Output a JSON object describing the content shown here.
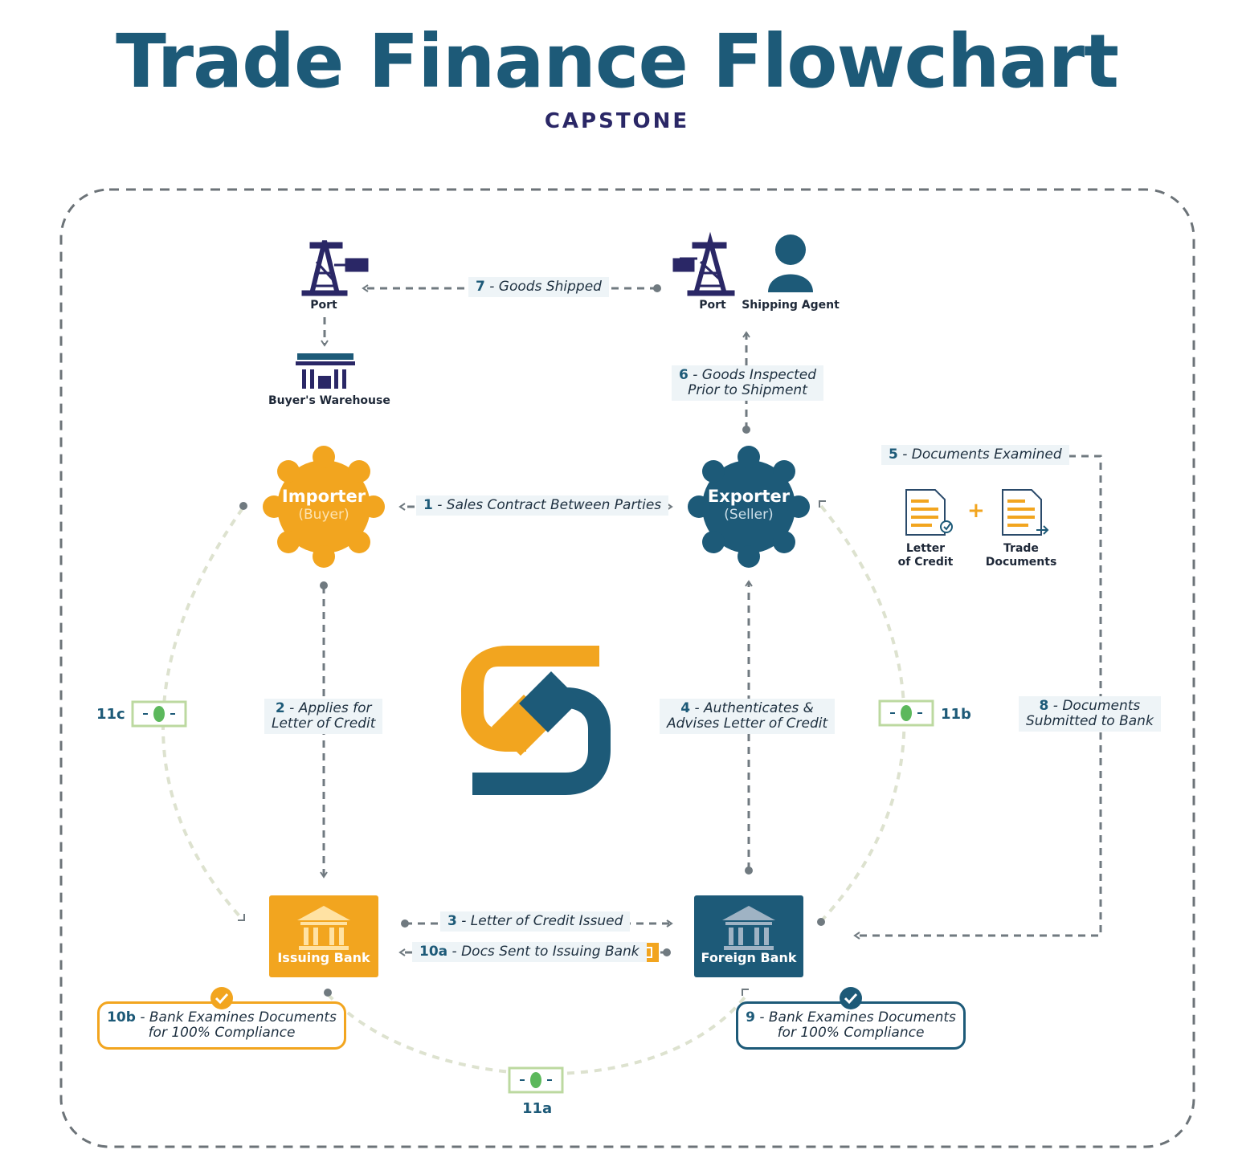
{
  "title": "Trade Finance Flowchart",
  "brand": "CAPSTONE",
  "colors": {
    "teal": "#1d5a78",
    "orange": "#f2a51f",
    "navy": "#2a2766",
    "green": "#5cb85c"
  },
  "nodes": {
    "port_left": "Port",
    "port_right": "Port",
    "shipping_agent": "Shipping Agent",
    "buyer_warehouse": "Buyer's Warehouse",
    "importer": {
      "name": "Importer",
      "role": "(Buyer)"
    },
    "exporter": {
      "name": "Exporter",
      "role": "(Seller)"
    },
    "issuing_bank": "Issuing Bank",
    "foreign_bank": "Foreign Bank",
    "letter_of_credit": [
      "Letter",
      "of Credit"
    ],
    "trade_documents": [
      "Trade",
      "Documents"
    ]
  },
  "steps": {
    "s1": {
      "num": "1",
      "text": "Sales Contract Between Parties"
    },
    "s2": {
      "num": "2",
      "line1": "Applies for",
      "line2": "Letter of Credit"
    },
    "s3": {
      "num": "3",
      "text": "Letter of Credit Issued"
    },
    "s4": {
      "num": "4",
      "line1": "Authenticates &",
      "line2": "Advises Letter of Credit"
    },
    "s5": {
      "num": "5",
      "text": "Documents Examined"
    },
    "s6": {
      "num": "6",
      "line1": "Goods Inspected",
      "line2": "Prior to Shipment"
    },
    "s7": {
      "num": "7",
      "text": "Goods Shipped"
    },
    "s8": {
      "num": "8",
      "line1": "Documents",
      "line2": "Submitted to Bank"
    },
    "s9": {
      "num": "9",
      "line1": "Bank Examines Documents",
      "line2": "for 100% Compliance"
    },
    "s10a": {
      "num": "10a",
      "text": "Docs Sent to Issuing Bank"
    },
    "s10b": {
      "num": "10b",
      "line1": "Bank Examines Documents",
      "line2": "for 100% Compliance"
    }
  },
  "payments": {
    "p11a": "11a",
    "p11b": "11b",
    "p11c": "11c"
  },
  "separator": "-",
  "plus": "+"
}
